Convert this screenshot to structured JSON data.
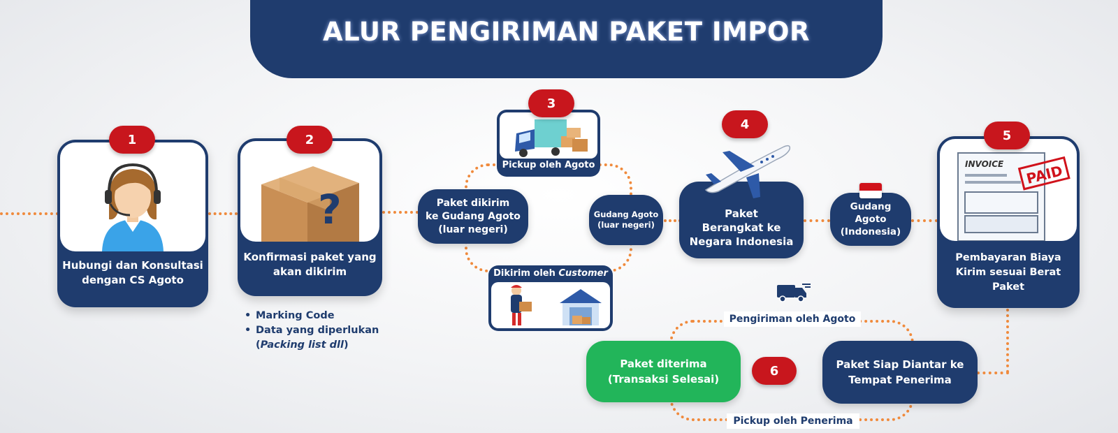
{
  "title": "ALUR PENGIRIMAN PAKET IMPOR",
  "colors": {
    "navy": "#1f3c6e",
    "red": "#c8161d",
    "green": "#22b55a",
    "orange": "#f08a3c"
  },
  "steps": {
    "s1": {
      "number": "1",
      "label_l1": "Hubungi dan Konsultasi",
      "label_l2": "dengan CS Agoto",
      "icon": "customer-service-agent-icon"
    },
    "s2": {
      "number": "2",
      "label_l1": "Konfirmasi paket yang",
      "label_l2": "akan dikirim",
      "icon": "mystery-box-icon",
      "notes": {
        "item1": "Marking Code",
        "item2_l1": "Data yang diperlukan",
        "item2_l2_prefix": "(",
        "item2_l2_italic": "Packing list dll",
        "item2_l2_suffix": ")"
      }
    },
    "s3": {
      "number": "3",
      "center_l1": "Paket dikirim",
      "center_l2": "ke Gudang Agoto",
      "center_l3": "(luar negeri)",
      "pickup_label": "Pickup oleh Agoto",
      "customer_label_prefix": "Dikirim oleh ",
      "customer_label_italic": "Customer",
      "pickup_icon": "delivery-truck-icon",
      "customer_icon": "courier-warehouse-icon"
    },
    "warehouse_abroad": {
      "label_l1": "Gudang Agoto",
      "label_l2": "(luar negeri)"
    },
    "s4": {
      "number": "4",
      "label_l1": "Paket",
      "label_l2": "Berangkat ke",
      "label_l3": "Negara Indonesia",
      "icon": "airplane-icon"
    },
    "warehouse_id": {
      "label_l1": "Gudang",
      "label_l2": "Agoto",
      "label_l3": "(Indonesia)",
      "icon": "indonesia-flag-icon"
    },
    "s5": {
      "number": "5",
      "label_l1": "Pembayaran Biaya",
      "label_l2": "Kirim sesuai Berat",
      "label_l3": "Paket",
      "icon": "paid-invoice-icon",
      "invoice_text": "INVOICE",
      "paid_text": "PAID"
    },
    "s6": {
      "number": "6",
      "ready_l1": "Paket Siap Diantar ke",
      "ready_l2": "Tempat Penerima",
      "done_l1": "Paket diterima",
      "done_l2": "(Transaksi Selesai)",
      "delivery_label": "Pengiriman oleh Agoto",
      "pickup_label": "Pickup oleh Penerima",
      "truck_icon": "fast-truck-icon"
    }
  }
}
